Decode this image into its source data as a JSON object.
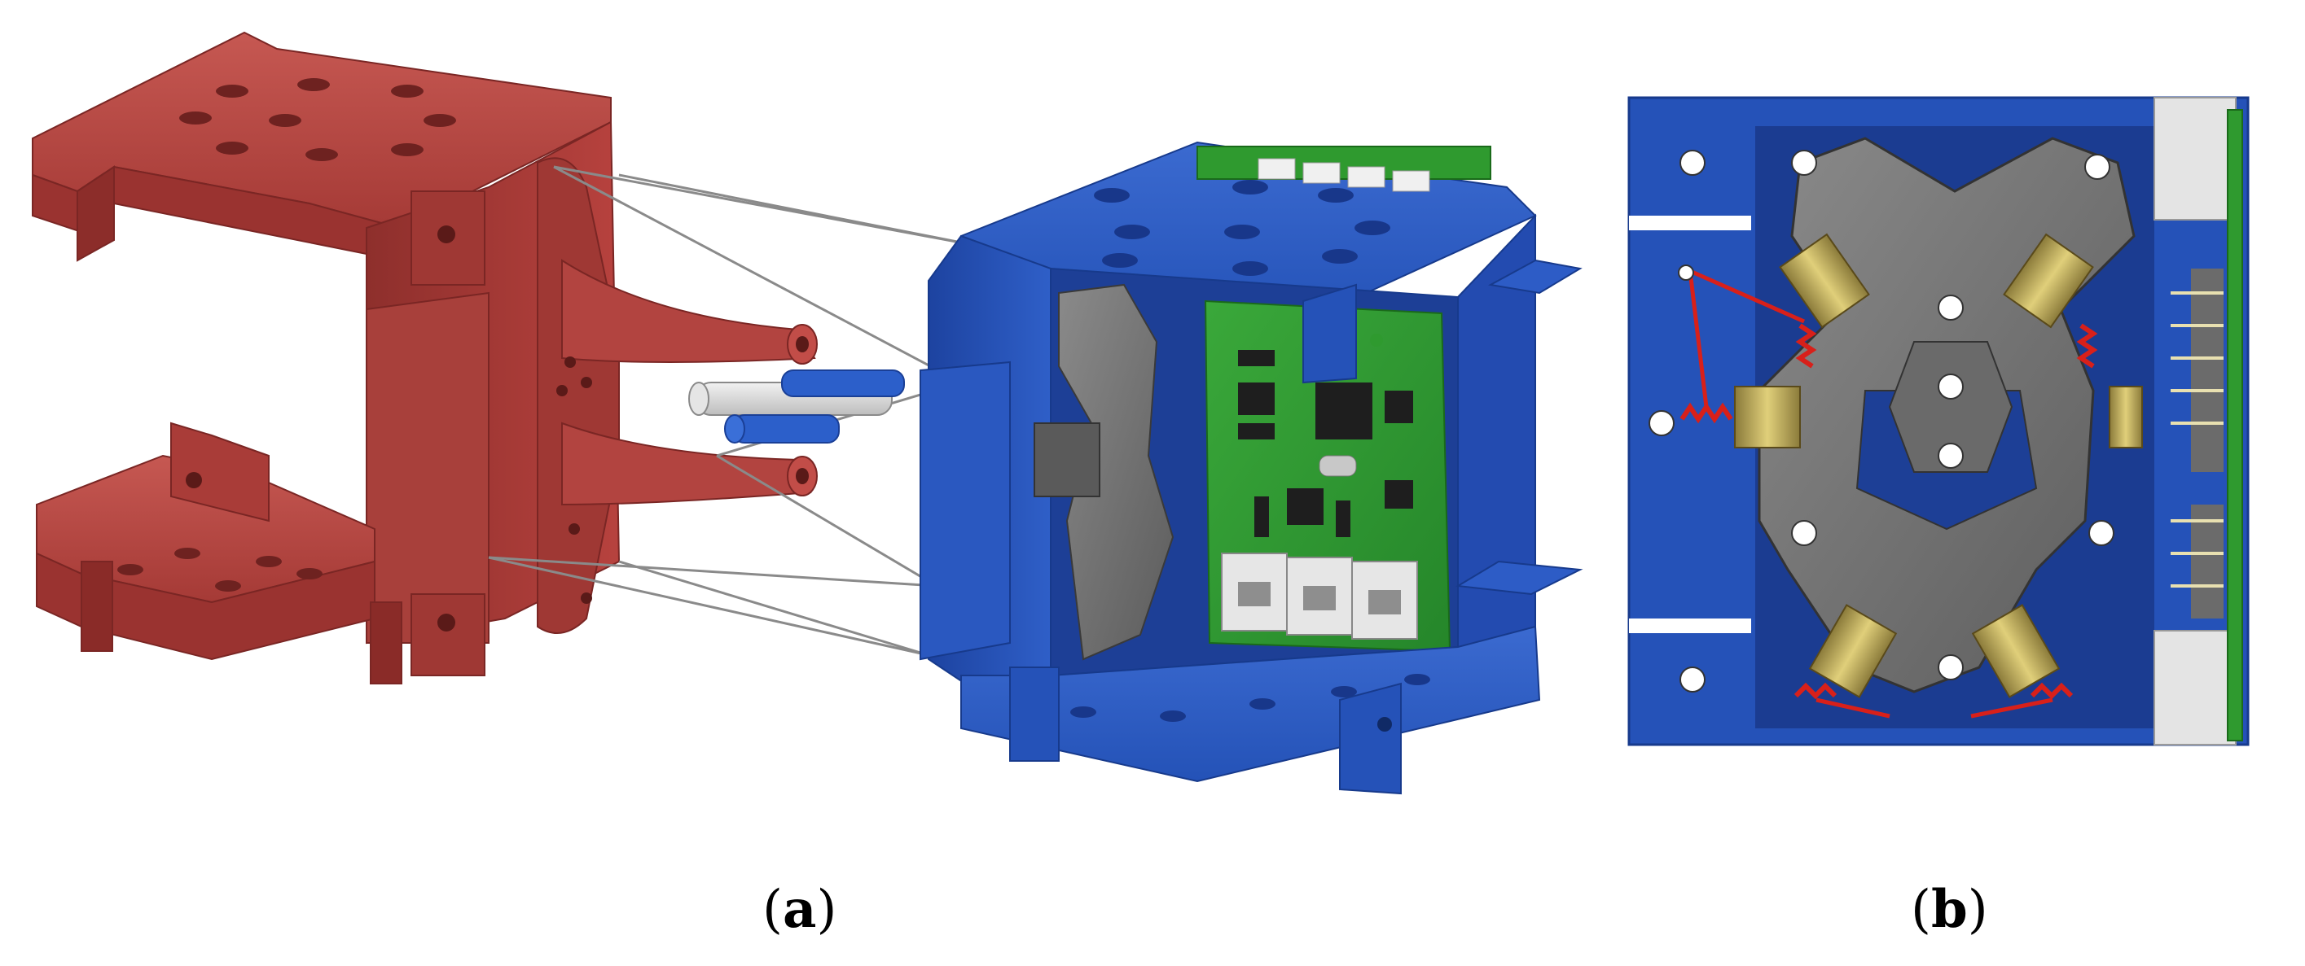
{
  "figure": {
    "panels": [
      {
        "id": "a",
        "label": "a"
      },
      {
        "id": "b",
        "label": "b"
      }
    ]
  },
  "colors": {
    "red_frame": "#b4403c",
    "blue_body": "#2553b8",
    "gray_part": "#6e6e6e",
    "pcb_green": "#2f9a2f",
    "spring_red": "#d8201a",
    "white_hole": "#ffffff"
  }
}
